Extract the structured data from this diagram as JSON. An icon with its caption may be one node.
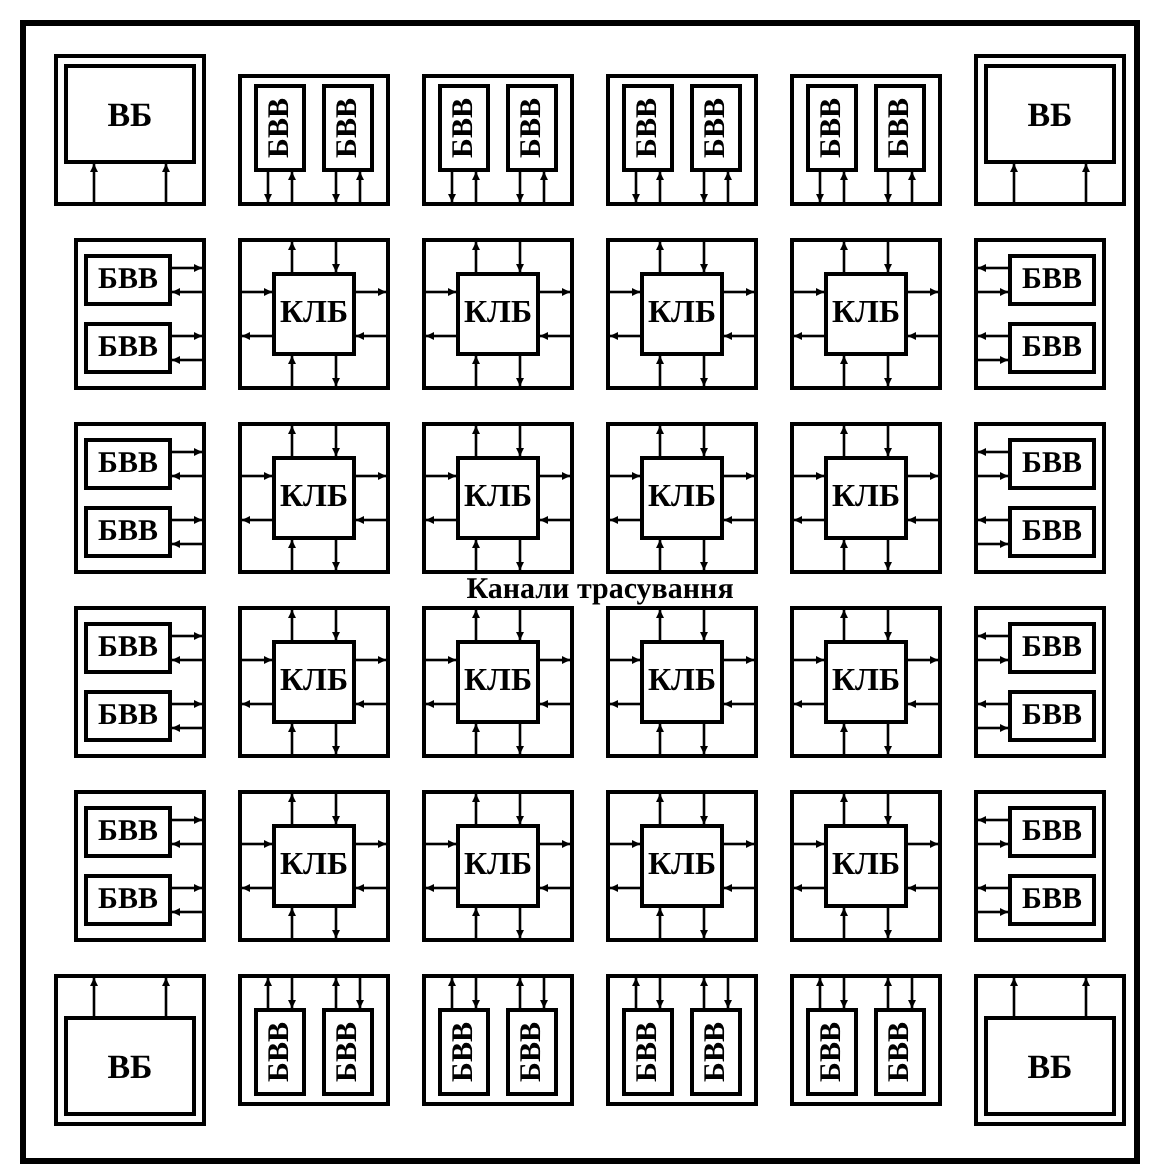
{
  "diagram": {
    "nodes": [
      {
        "text": [],
        "shape": "box"
      },
      {
        "text": [
          "ВБ"
        ],
        "in": 0
      },
      {
        "text": [],
        "shape": "box"
      },
      {
        "text": [
          "БВВ"
        ],
        "in": 2
      },
      {
        "text": [
          "БВВ"
        ],
        "in": 2
      },
      {
        "text": [],
        "shape": "box"
      },
      {
        "text": [
          "БВВ"
        ],
        "in": 5
      },
      {
        "text": [
          "БВВ"
        ],
        "in": 5
      },
      {
        "text": [],
        "shape": "box"
      },
      {
        "text": [
          "БВВ"
        ],
        "in": 8
      },
      {
        "text": [
          "БВВ"
        ],
        "in": 8
      },
      {
        "text": [],
        "shape": "box"
      },
      {
        "text": [
          "БВВ"
        ],
        "in": 11
      },
      {
        "text": [
          "БВВ"
        ],
        "in": 11
      },
      {
        "text": [],
        "shape": "box"
      },
      {
        "text": [
          "ВБ"
        ],
        "in": 14
      },
      {
        "text": [],
        "shape": "box"
      },
      {
        "text": [
          "БВВ"
        ],
        "in": 16
      },
      {
        "text": [
          "БВВ"
        ],
        "in": 16
      },
      {
        "text": [],
        "shape": "box"
      },
      {
        "text": [
          "КЛБ"
        ],
        "in": 19
      },
      {
        "text": [],
        "shape": "box"
      },
      {
        "text": [
          "КЛБ"
        ],
        "in": 21
      },
      {
        "text": [],
        "shape": "box"
      },
      {
        "text": [
          "КЛБ"
        ],
        "in": 23
      },
      {
        "text": [],
        "shape": "box"
      },
      {
        "text": [
          "КЛБ"
        ],
        "in": 25
      },
      {
        "text": [],
        "shape": "box"
      },
      {
        "text": [
          "БВВ"
        ],
        "in": 27
      },
      {
        "text": [
          "БВВ"
        ],
        "in": 27
      },
      {
        "text": [],
        "shape": "box"
      },
      {
        "text": [
          "БВВ"
        ],
        "in": 30
      },
      {
        "text": [
          "БВВ"
        ],
        "in": 30
      },
      {
        "text": [],
        "shape": "box"
      },
      {
        "text": [
          "КЛБ"
        ],
        "in": 33
      },
      {
        "text": [],
        "shape": "box"
      },
      {
        "text": [
          "КЛБ"
        ],
        "in": 35
      },
      {
        "text": [],
        "shape": "box"
      },
      {
        "text": [
          "КЛБ"
        ],
        "in": 37
      },
      {
        "text": [],
        "shape": "box"
      },
      {
        "text": [
          "КЛБ"
        ],
        "in": 39
      },
      {
        "text": [],
        "shape": "box"
      },
      {
        "text": [
          "БВВ"
        ],
        "in": 41
      },
      {
        "text": [
          "БВВ"
        ],
        "in": 41
      },
      {
        "text": [],
        "shape": "box"
      },
      {
        "text": [
          "БВВ"
        ],
        "in": 44
      },
      {
        "text": [
          "БВВ"
        ],
        "in": 44
      },
      {
        "text": [],
        "shape": "box"
      },
      {
        "text": [
          "КЛБ"
        ],
        "in": 47
      },
      {
        "text": [],
        "shape": "box"
      },
      {
        "text": [
          "КЛБ"
        ],
        "in": 49
      },
      {
        "text": [],
        "shape": "box"
      },
      {
        "text": [
          "КЛБ"
        ],
        "in": 51
      },
      {
        "text": [],
        "shape": "box"
      },
      {
        "text": [
          "КЛБ"
        ],
        "in": 53
      },
      {
        "text": [],
        "shape": "box"
      },
      {
        "text": [
          "БВВ"
        ],
        "in": 55
      },
      {
        "text": [
          "БВВ"
        ],
        "in": 55
      },
      {
        "text": [],
        "shape": "box"
      },
      {
        "text": [
          "БВВ"
        ],
        "in": 58
      },
      {
        "text": [
          "БВВ"
        ],
        "in": 58
      },
      {
        "text": [],
        "shape": "box"
      },
      {
        "text": [
          "КЛБ"
        ],
        "in": 61
      },
      {
        "text": [],
        "shape": "box"
      },
      {
        "text": [
          "КЛБ"
        ],
        "in": 63
      },
      {
        "text": [],
        "shape": "box"
      },
      {
        "text": [
          "КЛБ"
        ],
        "in": 65
      },
      {
        "text": [],
        "shape": "box"
      },
      {
        "text": [
          "КЛБ"
        ],
        "in": 67
      },
      {
        "text": [],
        "shape": "box"
      },
      {
        "text": [
          "БВВ"
        ],
        "in": 69
      },
      {
        "text": [
          "БВВ"
        ],
        "in": 69
      },
      {
        "text": [],
        "shape": "box"
      },
      {
        "text": [
          "ВБ"
        ],
        "in": 72
      },
      {
        "text": [],
        "shape": "box"
      },
      {
        "text": [
          "БВВ"
        ],
        "in": 74
      },
      {
        "text": [
          "БВВ"
        ],
        "in": 74
      },
      {
        "text": [],
        "shape": "box"
      },
      {
        "text": [
          "БВВ"
        ],
        "in": 77
      },
      {
        "text": [
          "БВВ"
        ],
        "in": 77
      },
      {
        "text": [],
        "shape": "box"
      },
      {
        "text": [
          "БВВ"
        ],
        "in": 80
      },
      {
        "text": [
          "БВВ"
        ],
        "in": 80
      },
      {
        "text": [],
        "shape": "box"
      },
      {
        "text": [
          "БВВ"
        ],
        "in": 83
      },
      {
        "text": [
          "БВВ"
        ],
        "in": 83
      },
      {
        "text": [],
        "shape": "box"
      },
      {
        "text": [
          "ВБ"
        ],
        "in": 86
      }
    ],
    "edges": [
      {
        "from": 0,
        "to": 1,
        "arrow": "to"
      },
      {
        "from": 0,
        "to": 1,
        "arrow": "to"
      },
      {
        "from": 3,
        "to": 2,
        "arrow": "to"
      },
      {
        "from": 2,
        "to": 3,
        "arrow": "to"
      },
      {
        "from": 4,
        "to": 2,
        "arrow": "to"
      },
      {
        "from": 2,
        "to": 4,
        "arrow": "to"
      },
      {
        "from": 6,
        "to": 5,
        "arrow": "to"
      },
      {
        "from": 5,
        "to": 6,
        "arrow": "to"
      },
      {
        "from": 7,
        "to": 5,
        "arrow": "to"
      },
      {
        "from": 5,
        "to": 7,
        "arrow": "to"
      },
      {
        "from": 9,
        "to": 8,
        "arrow": "to"
      },
      {
        "from": 8,
        "to": 9,
        "arrow": "to"
      },
      {
        "from": 10,
        "to": 8,
        "arrow": "to"
      },
      {
        "from": 8,
        "to": 10,
        "arrow": "to"
      },
      {
        "from": 12,
        "to": 11,
        "arrow": "to"
      },
      {
        "from": 11,
        "to": 12,
        "arrow": "to"
      },
      {
        "from": 13,
        "to": 11,
        "arrow": "to"
      },
      {
        "from": 11,
        "to": 13,
        "arrow": "to"
      },
      {
        "from": 14,
        "to": 15,
        "arrow": "to"
      },
      {
        "from": 14,
        "to": 15,
        "arrow": "to"
      },
      {
        "from": 17,
        "to": 16,
        "arrow": "to"
      },
      {
        "from": 16,
        "to": 17,
        "arrow": "to"
      },
      {
        "from": 18,
        "to": 16,
        "arrow": "to"
      },
      {
        "from": 16,
        "to": 18,
        "arrow": "to"
      },
      {
        "from": 20,
        "to": 19,
        "arrow": "to"
      },
      {
        "from": 19,
        "to": 20,
        "arrow": "to"
      },
      {
        "from": 20,
        "to": 19,
        "arrow": "to"
      },
      {
        "from": 19,
        "to": 20,
        "arrow": "to"
      },
      {
        "from": 19,
        "to": 20,
        "arrow": "to"
      },
      {
        "from": 20,
        "to": 19,
        "arrow": "to"
      },
      {
        "from": 19,
        "to": 20,
        "arrow": "to"
      },
      {
        "from": 20,
        "to": 19,
        "arrow": "to"
      },
      {
        "from": 22,
        "to": 21,
        "arrow": "to"
      },
      {
        "from": 21,
        "to": 22,
        "arrow": "to"
      },
      {
        "from": 22,
        "to": 21,
        "arrow": "to"
      },
      {
        "from": 21,
        "to": 22,
        "arrow": "to"
      },
      {
        "from": 21,
        "to": 22,
        "arrow": "to"
      },
      {
        "from": 22,
        "to": 21,
        "arrow": "to"
      },
      {
        "from": 21,
        "to": 22,
        "arrow": "to"
      },
      {
        "from": 22,
        "to": 21,
        "arrow": "to"
      },
      {
        "from": 24,
        "to": 23,
        "arrow": "to"
      },
      {
        "from": 23,
        "to": 24,
        "arrow": "to"
      },
      {
        "from": 24,
        "to": 23,
        "arrow": "to"
      },
      {
        "from": 23,
        "to": 24,
        "arrow": "to"
      },
      {
        "from": 23,
        "to": 24,
        "arrow": "to"
      },
      {
        "from": 24,
        "to": 23,
        "arrow": "to"
      },
      {
        "from": 23,
        "to": 24,
        "arrow": "to"
      },
      {
        "from": 24,
        "to": 23,
        "arrow": "to"
      },
      {
        "from": 26,
        "to": 25,
        "arrow": "to"
      },
      {
        "from": 25,
        "to": 26,
        "arrow": "to"
      },
      {
        "from": 26,
        "to": 25,
        "arrow": "to"
      },
      {
        "from": 25,
        "to": 26,
        "arrow": "to"
      },
      {
        "from": 25,
        "to": 26,
        "arrow": "to"
      },
      {
        "from": 26,
        "to": 25,
        "arrow": "to"
      },
      {
        "from": 25,
        "to": 26,
        "arrow": "to"
      },
      {
        "from": 26,
        "to": 25,
        "arrow": "to"
      },
      {
        "from": 28,
        "to": 27,
        "arrow": "to"
      },
      {
        "from": 27,
        "to": 28,
        "arrow": "to"
      },
      {
        "from": 29,
        "to": 27,
        "arrow": "to"
      },
      {
        "from": 27,
        "to": 29,
        "arrow": "to"
      },
      {
        "from": 31,
        "to": 30,
        "arrow": "to"
      },
      {
        "from": 30,
        "to": 31,
        "arrow": "to"
      },
      {
        "from": 32,
        "to": 30,
        "arrow": "to"
      },
      {
        "from": 30,
        "to": 32,
        "arrow": "to"
      },
      {
        "from": 34,
        "to": 33,
        "arrow": "to"
      },
      {
        "from": 33,
        "to": 34,
        "arrow": "to"
      },
      {
        "from": 34,
        "to": 33,
        "arrow": "to"
      },
      {
        "from": 33,
        "to": 34,
        "arrow": "to"
      },
      {
        "from": 33,
        "to": 34,
        "arrow": "to"
      },
      {
        "from": 34,
        "to": 33,
        "arrow": "to"
      },
      {
        "from": 33,
        "to": 34,
        "arrow": "to"
      },
      {
        "from": 34,
        "to": 33,
        "arrow": "to"
      },
      {
        "from": 36,
        "to": 35,
        "arrow": "to"
      },
      {
        "from": 35,
        "to": 36,
        "arrow": "to"
      },
      {
        "from": 36,
        "to": 35,
        "arrow": "to"
      },
      {
        "from": 35,
        "to": 36,
        "arrow": "to"
      },
      {
        "from": 35,
        "to": 36,
        "arrow": "to"
      },
      {
        "from": 36,
        "to": 35,
        "arrow": "to"
      },
      {
        "from": 35,
        "to": 36,
        "arrow": "to"
      },
      {
        "from": 36,
        "to": 35,
        "arrow": "to"
      },
      {
        "from": 38,
        "to": 37,
        "arrow": "to"
      },
      {
        "from": 37,
        "to": 38,
        "arrow": "to"
      },
      {
        "from": 38,
        "to": 37,
        "arrow": "to"
      },
      {
        "from": 37,
        "to": 38,
        "arrow": "to"
      },
      {
        "from": 37,
        "to": 38,
        "arrow": "to"
      },
      {
        "from": 38,
        "to": 37,
        "arrow": "to"
      },
      {
        "from": 37,
        "to": 38,
        "arrow": "to"
      },
      {
        "from": 38,
        "to": 37,
        "arrow": "to"
      },
      {
        "from": 40,
        "to": 39,
        "arrow": "to"
      },
      {
        "from": 39,
        "to": 40,
        "arrow": "to"
      },
      {
        "from": 40,
        "to": 39,
        "arrow": "to"
      },
      {
        "from": 39,
        "to": 40,
        "arrow": "to"
      },
      {
        "from": 39,
        "to": 40,
        "arrow": "to"
      },
      {
        "from": 40,
        "to": 39,
        "arrow": "to"
      },
      {
        "from": 39,
        "to": 40,
        "arrow": "to"
      },
      {
        "from": 40,
        "to": 39,
        "arrow": "to"
      },
      {
        "from": 42,
        "to": 41,
        "arrow": "to"
      },
      {
        "from": 41,
        "to": 42,
        "arrow": "to"
      },
      {
        "from": 43,
        "to": 41,
        "arrow": "to"
      },
      {
        "from": 41,
        "to": 43,
        "arrow": "to"
      },
      {
        "from": 45,
        "to": 44,
        "arrow": "to"
      },
      {
        "from": 44,
        "to": 45,
        "arrow": "to"
      },
      {
        "from": 46,
        "to": 44,
        "arrow": "to"
      },
      {
        "from": 44,
        "to": 46,
        "arrow": "to"
      },
      {
        "from": 48,
        "to": 47,
        "arrow": "to"
      },
      {
        "from": 47,
        "to": 48,
        "arrow": "to"
      },
      {
        "from": 48,
        "to": 47,
        "arrow": "to"
      },
      {
        "from": 47,
        "to": 48,
        "arrow": "to"
      },
      {
        "from": 47,
        "to": 48,
        "arrow": "to"
      },
      {
        "from": 48,
        "to": 47,
        "arrow": "to"
      },
      {
        "from": 47,
        "to": 48,
        "arrow": "to"
      },
      {
        "from": 48,
        "to": 47,
        "arrow": "to"
      },
      {
        "from": 50,
        "to": 49,
        "arrow": "to"
      },
      {
        "from": 49,
        "to": 50,
        "arrow": "to"
      },
      {
        "from": 50,
        "to": 49,
        "arrow": "to"
      },
      {
        "from": 49,
        "to": 50,
        "arrow": "to"
      },
      {
        "from": 49,
        "to": 50,
        "arrow": "to"
      },
      {
        "from": 50,
        "to": 49,
        "arrow": "to"
      },
      {
        "from": 49,
        "to": 50,
        "arrow": "to"
      },
      {
        "from": 50,
        "to": 49,
        "arrow": "to"
      },
      {
        "from": 52,
        "to": 51,
        "arrow": "to"
      },
      {
        "from": 51,
        "to": 52,
        "arrow": "to"
      },
      {
        "from": 52,
        "to": 51,
        "arrow": "to"
      },
      {
        "from": 51,
        "to": 52,
        "arrow": "to"
      },
      {
        "from": 51,
        "to": 52,
        "arrow": "to"
      },
      {
        "from": 52,
        "to": 51,
        "arrow": "to"
      },
      {
        "from": 51,
        "to": 52,
        "arrow": "to"
      },
      {
        "from": 52,
        "to": 51,
        "arrow": "to"
      },
      {
        "from": 54,
        "to": 53,
        "arrow": "to"
      },
      {
        "from": 53,
        "to": 54,
        "arrow": "to"
      },
      {
        "from": 54,
        "to": 53,
        "arrow": "to"
      },
      {
        "from": 53,
        "to": 54,
        "arrow": "to"
      },
      {
        "from": 53,
        "to": 54,
        "arrow": "to"
      },
      {
        "from": 54,
        "to": 53,
        "arrow": "to"
      },
      {
        "from": 53,
        "to": 54,
        "arrow": "to"
      },
      {
        "from": 54,
        "to": 53,
        "arrow": "to"
      },
      {
        "from": 56,
        "to": 55,
        "arrow": "to"
      },
      {
        "from": 55,
        "to": 56,
        "arrow": "to"
      },
      {
        "from": 57,
        "to": 55,
        "arrow": "to"
      },
      {
        "from": 55,
        "to": 57,
        "arrow": "to"
      },
      {
        "from": 59,
        "to": 58,
        "arrow": "to"
      },
      {
        "from": 58,
        "to": 59,
        "arrow": "to"
      },
      {
        "from": 60,
        "to": 58,
        "arrow": "to"
      },
      {
        "from": 58,
        "to": 60,
        "arrow": "to"
      },
      {
        "from": 62,
        "to": 61,
        "arrow": "to"
      },
      {
        "from": 61,
        "to": 62,
        "arrow": "to"
      },
      {
        "from": 62,
        "to": 61,
        "arrow": "to"
      },
      {
        "from": 61,
        "to": 62,
        "arrow": "to"
      },
      {
        "from": 61,
        "to": 62,
        "arrow": "to"
      },
      {
        "from": 62,
        "to": 61,
        "arrow": "to"
      },
      {
        "from": 61,
        "to": 62,
        "arrow": "to"
      },
      {
        "from": 62,
        "to": 61,
        "arrow": "to"
      },
      {
        "from": 64,
        "to": 63,
        "arrow": "to"
      },
      {
        "from": 63,
        "to": 64,
        "arrow": "to"
      },
      {
        "from": 64,
        "to": 63,
        "arrow": "to"
      },
      {
        "from": 63,
        "to": 64,
        "arrow": "to"
      },
      {
        "from": 63,
        "to": 64,
        "arrow": "to"
      },
      {
        "from": 64,
        "to": 63,
        "arrow": "to"
      },
      {
        "from": 63,
        "to": 64,
        "arrow": "to"
      },
      {
        "from": 64,
        "to": 63,
        "arrow": "to"
      },
      {
        "from": 66,
        "to": 65,
        "arrow": "to"
      },
      {
        "from": 65,
        "to": 66,
        "arrow": "to"
      },
      {
        "from": 66,
        "to": 65,
        "arrow": "to"
      },
      {
        "from": 65,
        "to": 66,
        "arrow": "to"
      },
      {
        "from": 65,
        "to": 66,
        "arrow": "to"
      },
      {
        "from": 66,
        "to": 65,
        "arrow": "to"
      },
      {
        "from": 65,
        "to": 66,
        "arrow": "to"
      },
      {
        "from": 66,
        "to": 65,
        "arrow": "to"
      },
      {
        "from": 68,
        "to": 67,
        "arrow": "to"
      },
      {
        "from": 67,
        "to": 68,
        "arrow": "to"
      },
      {
        "from": 68,
        "to": 67,
        "arrow": "to"
      },
      {
        "from": 67,
        "to": 68,
        "arrow": "to"
      },
      {
        "from": 67,
        "to": 68,
        "arrow": "to"
      },
      {
        "from": 68,
        "to": 67,
        "arrow": "to"
      },
      {
        "from": 67,
        "to": 68,
        "arrow": "to"
      },
      {
        "from": 68,
        "to": 67,
        "arrow": "to"
      },
      {
        "from": 70,
        "to": 69,
        "arrow": "to"
      },
      {
        "from": 69,
        "to": 70,
        "arrow": "to"
      },
      {
        "from": 71,
        "to": 69,
        "arrow": "to"
      },
      {
        "from": 69,
        "to": 71,
        "arrow": "to"
      },
      {
        "from": 73,
        "to": 72,
        "arrow": "to"
      },
      {
        "from": 73,
        "to": 72,
        "arrow": "to"
      },
      {
        "from": 75,
        "to": 74,
        "arrow": "to"
      },
      {
        "from": 74,
        "to": 75,
        "arrow": "to"
      },
      {
        "from": 76,
        "to": 74,
        "arrow": "to"
      },
      {
        "from": 74,
        "to": 76,
        "arrow": "to"
      },
      {
        "from": 78,
        "to": 77,
        "arrow": "to"
      },
      {
        "from": 77,
        "to": 78,
        "arrow": "to"
      },
      {
        "from": 79,
        "to": 77,
        "arrow": "to"
      },
      {
        "from": 77,
        "to": 79,
        "arrow": "to"
      },
      {
        "from": 81,
        "to": 80,
        "arrow": "to"
      },
      {
        "from": 80,
        "to": 81,
        "arrow": "to"
      },
      {
        "from": 82,
        "to": 80,
        "arrow": "to"
      },
      {
        "from": 80,
        "to": 82,
        "arrow": "to"
      },
      {
        "from": 84,
        "to": 83,
        "arrow": "to"
      },
      {
        "from": 83,
        "to": 84,
        "arrow": "to"
      },
      {
        "from": 85,
        "to": 83,
        "arrow": "to"
      },
      {
        "from": 83,
        "to": 85,
        "arrow": "to"
      },
      {
        "from": 87,
        "to": 86,
        "arrow": "to"
      },
      {
        "from": 87,
        "to": 86,
        "arrow": "to"
      }
    ],
    "labels": [
      "Канали трасування"
    ]
  }
}
